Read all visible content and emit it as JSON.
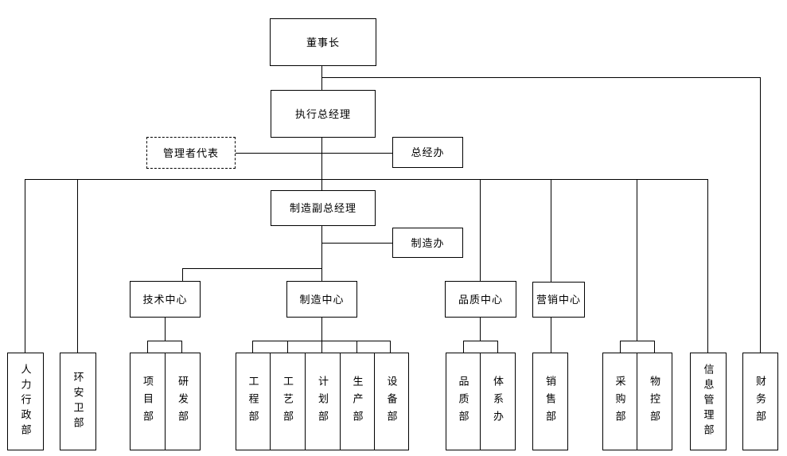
{
  "meta": {
    "chart_type": "org-chart",
    "language": "zh-CN"
  },
  "style": {
    "background": "#ffffff",
    "line_color": "#000000",
    "text_color": "#000000",
    "dashed_node_key": "management_rep"
  },
  "nodes": {
    "chairman": "董事长",
    "executive_gm": "执行总经理",
    "management_rep": "管理者代表",
    "gm_office": "总经办",
    "manufacturing_vice_gm": "制造副总经理",
    "manufacturing_office": "制造办",
    "technology_center": "技术中心",
    "manufacturing_center": "制造中心",
    "quality_center": "品质中心",
    "marketing_center": "营销中心",
    "hr_admin_dept": "人力行政部",
    "ehs_dept": "环安卫部",
    "project_dept": "项目部",
    "rd_dept": "研发部",
    "engineering_dept": "工程部",
    "process_dept": "工艺部",
    "planning_dept": "计划部",
    "production_dept": "生产部",
    "equipment_dept": "设备部",
    "quality_dept": "品质部",
    "system_office": "体系办",
    "sales_dept": "销售部",
    "purchasing_dept": "采购部",
    "material_control_dept": "物控部",
    "info_management_dept": "信息管理部",
    "finance_dept": "财务部"
  },
  "edges": [
    {
      "from": "chairman",
      "to": "executive_gm"
    },
    {
      "from": "chairman",
      "to": "finance_dept"
    },
    {
      "from": "executive_gm",
      "to": "management_rep",
      "style": "lateral"
    },
    {
      "from": "executive_gm",
      "to": "gm_office",
      "style": "lateral"
    },
    {
      "from": "executive_gm",
      "to": "hr_admin_dept"
    },
    {
      "from": "executive_gm",
      "to": "ehs_dept"
    },
    {
      "from": "executive_gm",
      "to": "manufacturing_vice_gm"
    },
    {
      "from": "executive_gm",
      "to": "quality_center"
    },
    {
      "from": "executive_gm",
      "to": "marketing_center"
    },
    {
      "from": "executive_gm",
      "to": "purchasing_dept"
    },
    {
      "from": "executive_gm",
      "to": "material_control_dept"
    },
    {
      "from": "executive_gm",
      "to": "info_management_dept"
    },
    {
      "from": "manufacturing_vice_gm",
      "to": "manufacturing_office",
      "style": "lateral"
    },
    {
      "from": "manufacturing_vice_gm",
      "to": "technology_center"
    },
    {
      "from": "manufacturing_vice_gm",
      "to": "manufacturing_center"
    },
    {
      "from": "technology_center",
      "to": "project_dept"
    },
    {
      "from": "technology_center",
      "to": "rd_dept"
    },
    {
      "from": "manufacturing_center",
      "to": "engineering_dept"
    },
    {
      "from": "manufacturing_center",
      "to": "process_dept"
    },
    {
      "from": "manufacturing_center",
      "to": "planning_dept"
    },
    {
      "from": "manufacturing_center",
      "to": "production_dept"
    },
    {
      "from": "manufacturing_center",
      "to": "equipment_dept"
    },
    {
      "from": "quality_center",
      "to": "quality_dept"
    },
    {
      "from": "quality_center",
      "to": "system_office"
    },
    {
      "from": "marketing_center",
      "to": "sales_dept"
    }
  ]
}
